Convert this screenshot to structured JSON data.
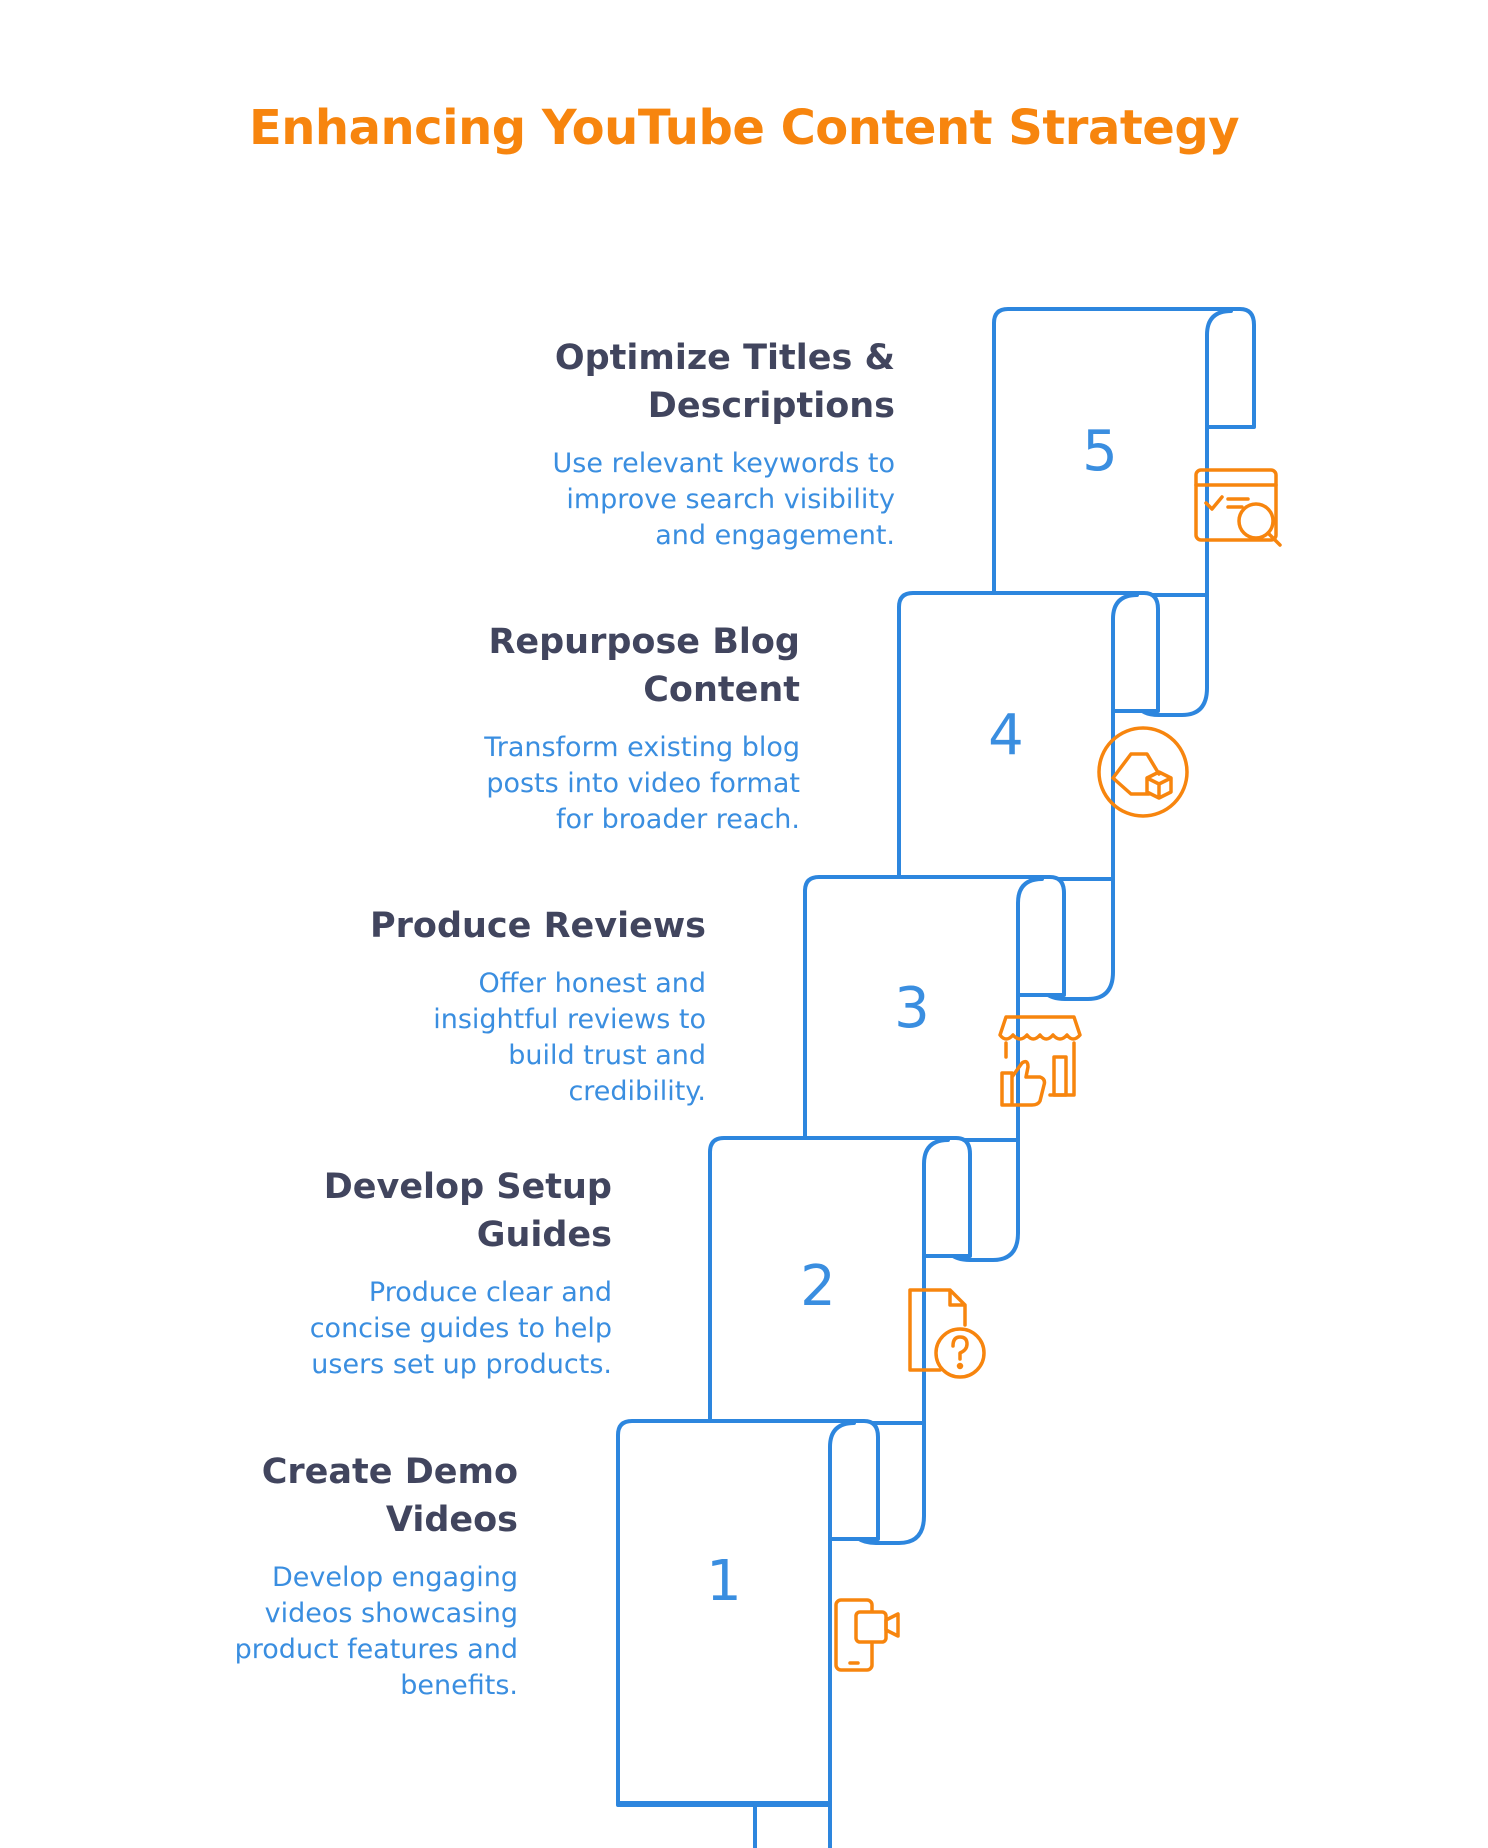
{
  "title": "Enhancing YouTube Content Strategy",
  "colors": {
    "title": "#F7850E",
    "heading": "#41455E",
    "description": "#3A8EE0",
    "scroll_outline": "#2D86DE",
    "icon": "#F7850E"
  },
  "steps": [
    {
      "number": "1",
      "heading": "Create Demo Videos",
      "heading_lines": [
        "Create Demo",
        "Videos"
      ],
      "description_lines": [
        "Develop engaging",
        "videos showcasing",
        "product features and",
        "benefits."
      ],
      "icon": "tablet-video-icon"
    },
    {
      "number": "2",
      "heading": "Develop Setup Guides",
      "heading_lines": [
        "Develop Setup",
        "Guides"
      ],
      "description_lines": [
        "Produce clear and",
        "concise guides to help",
        "users set up products."
      ],
      "icon": "document-question-icon"
    },
    {
      "number": "3",
      "heading": "Produce Reviews",
      "heading_lines": [
        "Produce Reviews"
      ],
      "description_lines": [
        "Offer honest and",
        "insightful reviews to",
        "build trust and",
        "credibility."
      ],
      "icon": "store-thumbs-up-icon"
    },
    {
      "number": "4",
      "heading": "Repurpose Blog Content",
      "heading_lines": [
        "Repurpose Blog",
        "Content"
      ],
      "description_lines": [
        "Transform existing blog",
        "posts into video format",
        "for broader reach."
      ],
      "icon": "repurpose-box-icon"
    },
    {
      "number": "5",
      "heading": "Optimize Titles & Descriptions",
      "heading_lines": [
        "Optimize Titles &",
        "Descriptions"
      ],
      "description_lines": [
        "Use relevant keywords to",
        "improve search visibility",
        "and engagement."
      ],
      "icon": "browser-search-icon"
    }
  ]
}
